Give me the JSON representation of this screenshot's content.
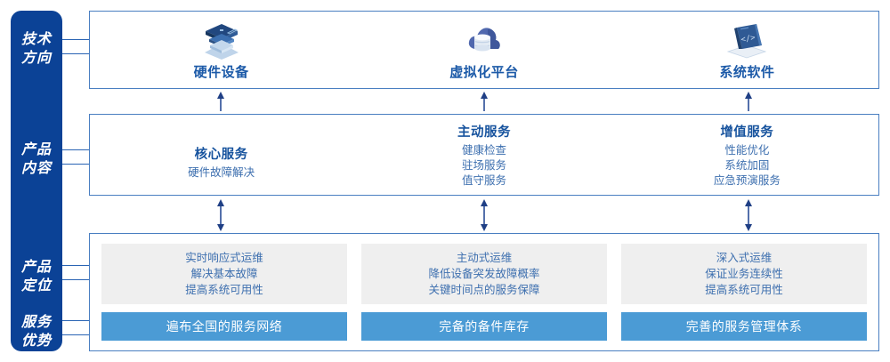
{
  "sidebar": {
    "labels": [
      {
        "text": "技术\n方向",
        "name": "tech-direction"
      },
      {
        "text": "产品\n内容",
        "name": "product-content"
      },
      {
        "text": "产品\n定位",
        "name": "product-positioning"
      },
      {
        "text": "服务\n优势",
        "name": "service-advantage"
      }
    ],
    "color": "#0B4296"
  },
  "tech_section": {
    "items": [
      {
        "label": "硬件设备",
        "icon": "server-stack-icon"
      },
      {
        "label": "虚拟化平台",
        "icon": "cloud-database-icon"
      },
      {
        "label": "系统软件",
        "icon": "laptop-code-icon"
      }
    ]
  },
  "content_section": {
    "columns": [
      {
        "title": "核心服务",
        "items": [
          "硬件故障解决"
        ]
      },
      {
        "title": "主动服务",
        "items": [
          "健康检查",
          "驻场服务",
          "值守服务"
        ]
      },
      {
        "title": "增值服务",
        "items": [
          "性能优化",
          "系统加固",
          "应急预演服务"
        ]
      }
    ]
  },
  "positioning_section": {
    "boxes": [
      {
        "lines": [
          "实时响应式运维",
          "解决基本故障",
          "提高系统可用性"
        ]
      },
      {
        "lines": [
          "主动式运维",
          "降低设备突发故障概率",
          "关键时间点的服务保障"
        ]
      },
      {
        "lines": [
          "深入式运维",
          "保证业务连续性",
          "提高系统可用性"
        ]
      }
    ]
  },
  "advantage_section": {
    "bars": [
      "遍布全国的服务网络",
      "完备的备件库存",
      "完善的服务管理体系"
    ]
  },
  "colors": {
    "sidebar_blue": "#0B4296",
    "panel_border": "#4A7FC1",
    "heading_blue": "#17539E",
    "body_blue": "#3D6FAF",
    "bar_blue": "#4B9BD5",
    "grey_box": "#EFEFEF"
  }
}
